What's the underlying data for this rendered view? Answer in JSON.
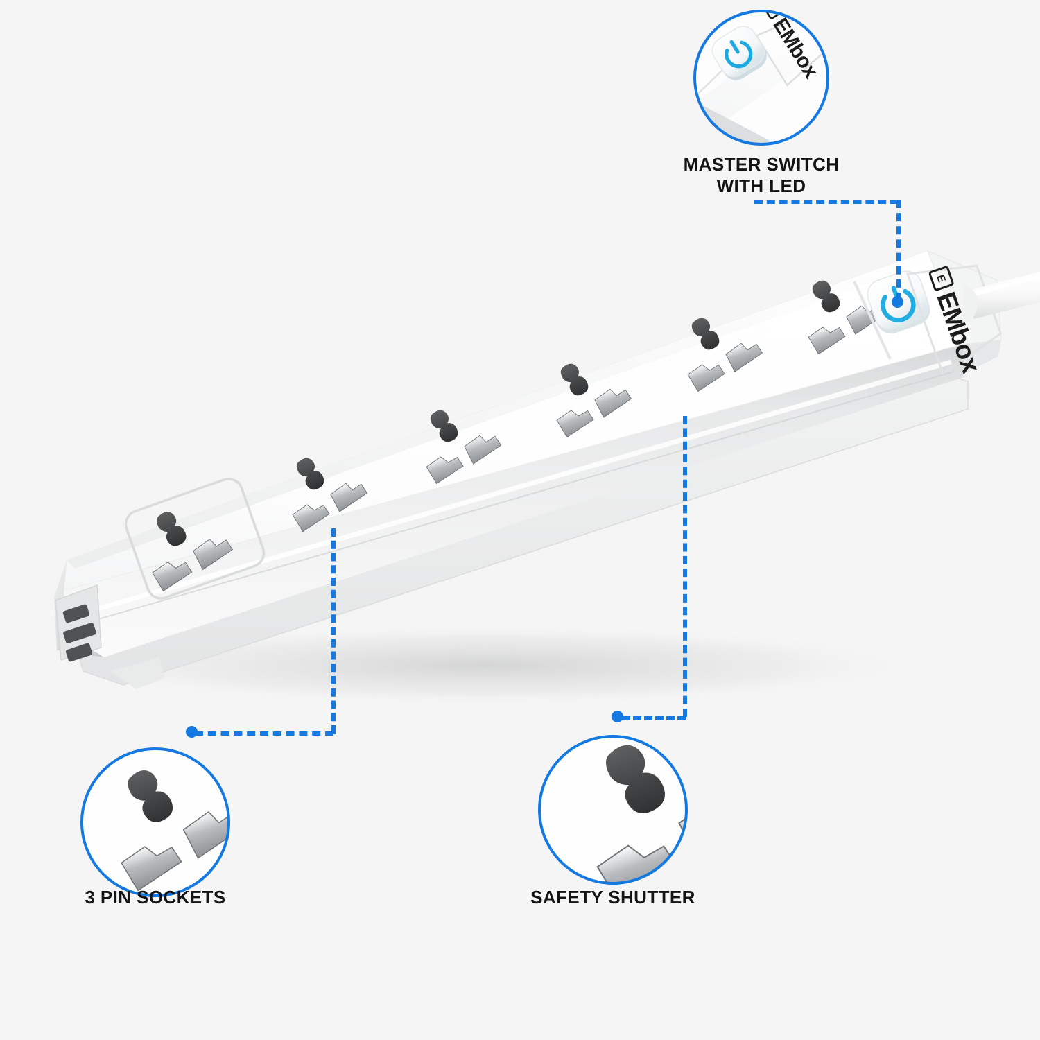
{
  "theme": {
    "background": "#f5f5f5",
    "accent_blue": "#1479e0",
    "led_cyan": "#22aee0",
    "text_dark": "#141414",
    "body_white": "#ffffff",
    "body_shadow": "#d8dada"
  },
  "product": {
    "brand": "EMbox",
    "brand_mark": "E",
    "socket_count": 6,
    "type": "universal 3-pin extension board / power strip"
  },
  "callouts": [
    {
      "id": "master-switch",
      "label": "MASTER SWITCH\nWITH LED",
      "icon": "power-button-icon"
    },
    {
      "id": "three-pin-sockets",
      "label": "3 PIN SOCKETS",
      "icon": "universal-socket-icon"
    },
    {
      "id": "safety-shutter",
      "label": "SAFETY SHUTTER",
      "icon": "shutter-socket-icon"
    }
  ]
}
